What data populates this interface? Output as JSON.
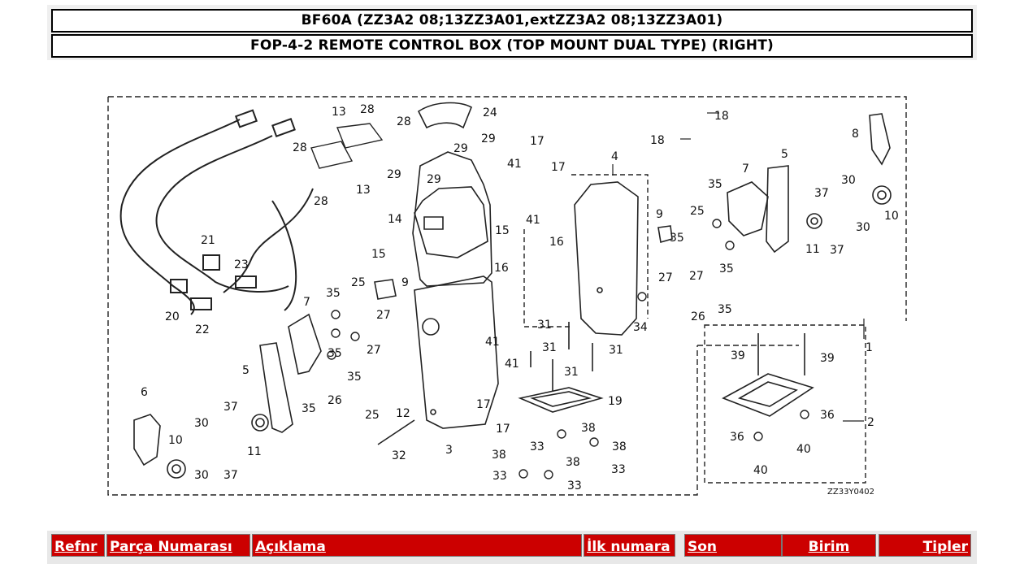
{
  "header": {
    "model": "BF60A (ZZ3A2 08;13ZZ3A01,extZZ3A2 08;13ZZ3A01)",
    "section": "FOP-4-2 REMOTE CONTROL BOX (TOP MOUNT DUAL TYPE) (RIGHT)"
  },
  "diagram": {
    "code": "ZZ33Y0402",
    "callouts": [
      "1",
      "2",
      "3",
      "4",
      "5",
      "6",
      "7",
      "8",
      "9",
      "10",
      "11",
      "12",
      "13",
      "14",
      "15",
      "16",
      "17",
      "18",
      "19",
      "20",
      "21",
      "22",
      "23",
      "24",
      "25",
      "26",
      "27",
      "28",
      "29",
      "30",
      "31",
      "32",
      "33",
      "34",
      "35",
      "36",
      "37",
      "38",
      "39",
      "40",
      "41"
    ]
  },
  "table": {
    "columns": [
      {
        "label": "Refnr",
        "align": "left"
      },
      {
        "label": "Parça Numarası",
        "align": "left"
      },
      {
        "label": "Açıklama",
        "align": "left"
      },
      {
        "label": "İlk numara",
        "align": "left"
      },
      {
        "label": "Son",
        "align": "left"
      },
      {
        "label": "Birim",
        "align": "center"
      },
      {
        "label": "Tipler",
        "align": "right"
      }
    ]
  }
}
